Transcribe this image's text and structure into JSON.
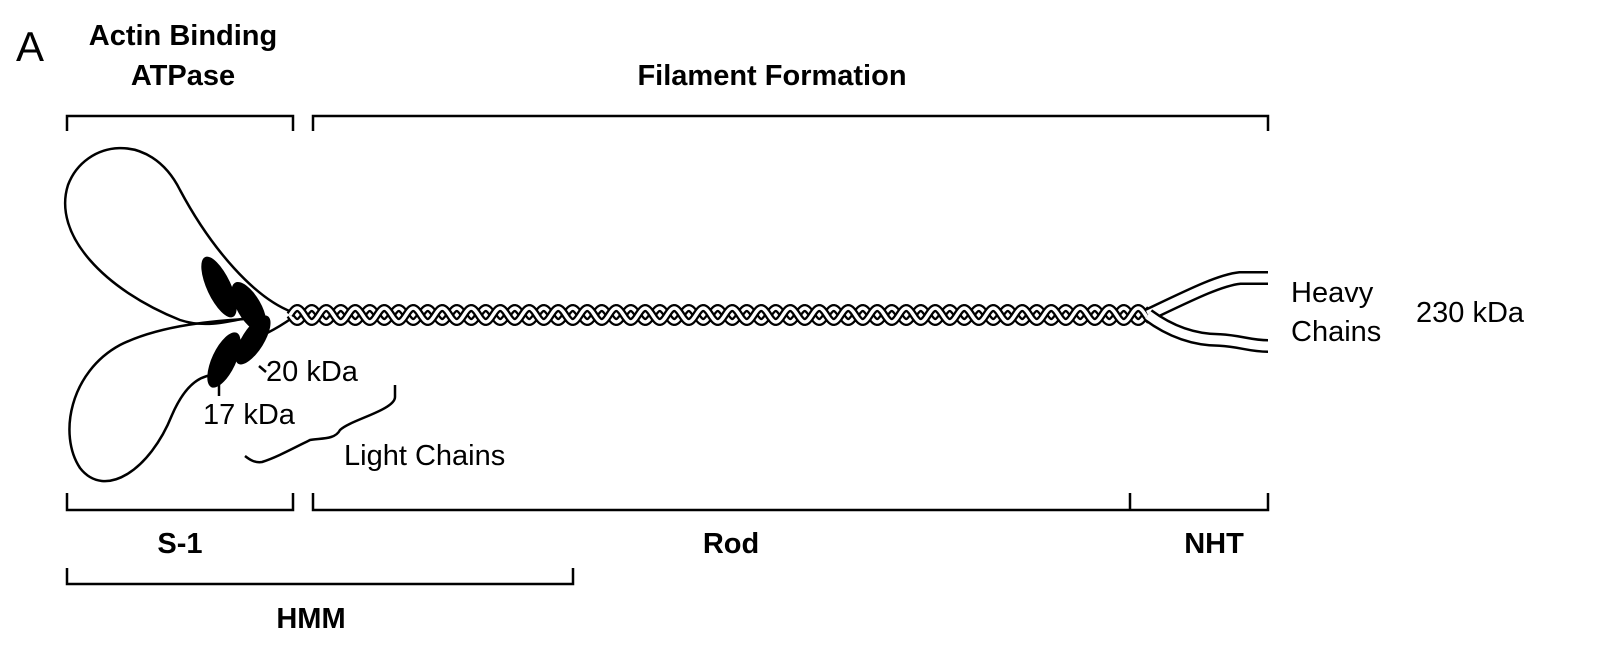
{
  "panel_label": "A",
  "top_labels": {
    "head_function_line1": "Actin Binding",
    "head_function_line2": "ATPase",
    "tail_function": "Filament Formation"
  },
  "bottom_labels": {
    "s1": "S-1",
    "rod": "Rod",
    "nht": "NHT",
    "hmm": "HMM"
  },
  "annotations": {
    "heavy_line1": "Heavy",
    "heavy_line2": "Chains",
    "heavy_mass": "230 kDa",
    "lc20": "20 kDa",
    "lc17": "17 kDa",
    "light_chains": "Light Chains"
  },
  "colors": {
    "ink": "#000000",
    "background": "#ffffff"
  }
}
